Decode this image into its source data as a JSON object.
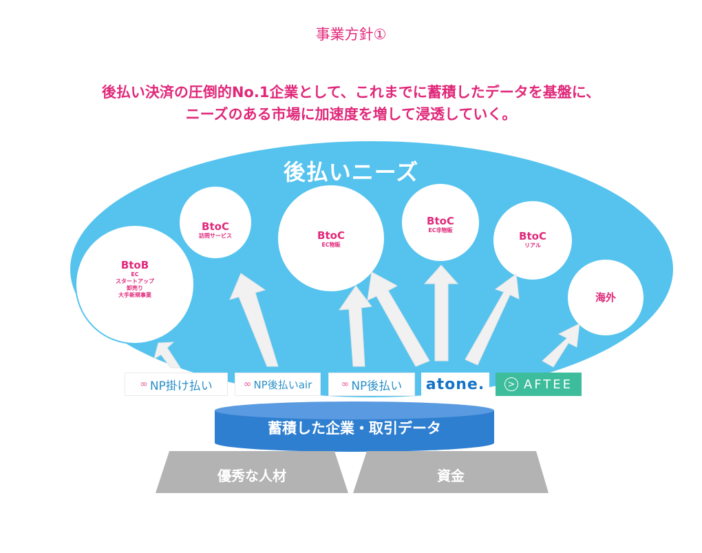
{
  "title": "事業方針①",
  "lead_line1": "後払い決済の圧倒的No.1企業として、これまでに蓄積したデータを基盤に、",
  "lead_line2": "ニーズのある市場に加速度を増して浸透していく。",
  "needs_label": "後払いニーズ",
  "circles": {
    "btob": {
      "main": "BtoB",
      "sub1": "EC",
      "sub2": "スタートアップ",
      "sub3": "卸売り",
      "sub4": "大手新規事業"
    },
    "service": {
      "main": "BtoC",
      "sub": "訪問サービス"
    },
    "ec": {
      "main": "BtoC",
      "sub": "EC物販"
    },
    "nonproduct": {
      "main": "BtoC",
      "sub": "EC非物販"
    },
    "real": {
      "main": "BtoC",
      "sub": "リアル"
    },
    "overseas": {
      "main": "海外"
    }
  },
  "logos": {
    "np_kakebarai": "NP掛け払い",
    "np_air": "NP後払いair",
    "np_atobarai": "NP後払い",
    "atone": "atone.",
    "aftee": "AFTEE"
  },
  "data_label": "蓄積した企業・取引データ",
  "base_left": "優秀な人材",
  "base_right": "資金",
  "colors": {
    "pink": "#e0287a",
    "sky": "#55c3ee",
    "blue": "#2f7fd0",
    "gray": "#b3b3b3",
    "arrow": "#f1f1f1"
  }
}
